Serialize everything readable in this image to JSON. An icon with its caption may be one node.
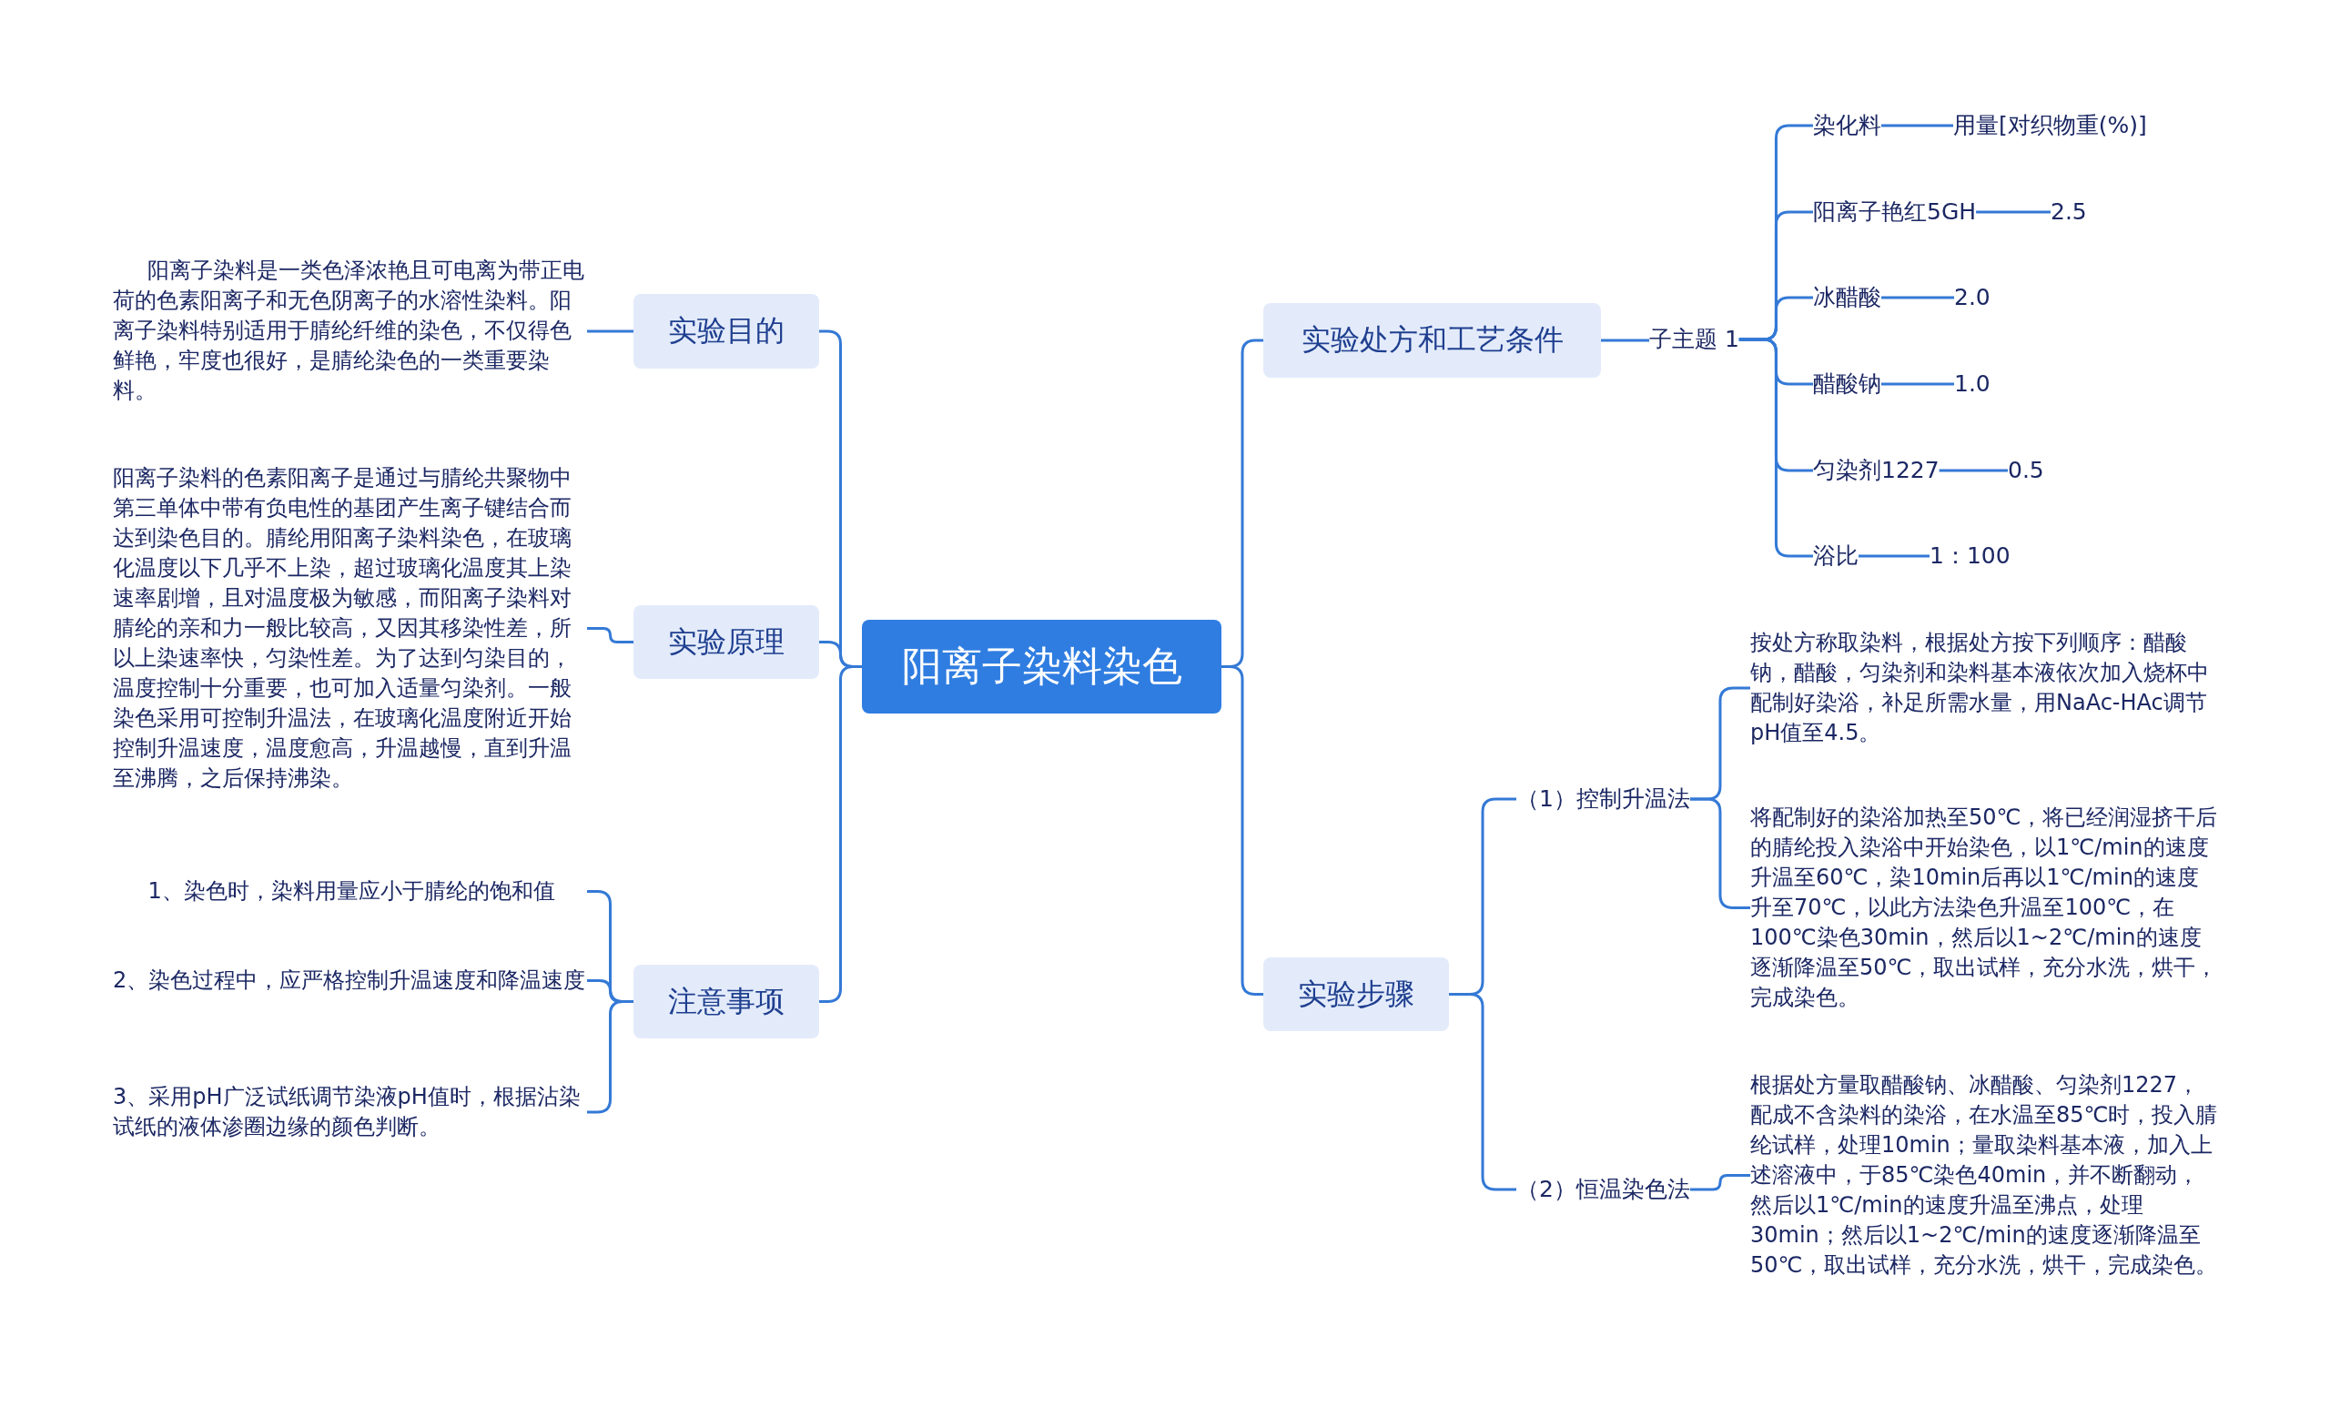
{
  "diagram": {
    "nodes": [
      {
        "text": [
          "阳离子染料染色"
        ]
      },
      {
        "text": [
          "实验目的"
        ]
      },
      {
        "text": [
          "阳离子染料是一类色泽浓艳且可电离为带正电荷的色素阳离子和无色阴离子的水溶性染料。阳离子染料特别适用于腈纶纤维的染色，不仅得色鲜艳，牢度也很好，是腈纶染色的一类重要染料。"
        ]
      },
      {
        "text": [
          "实验原理"
        ]
      },
      {
        "text": [
          "阳离子染料的色素阳离子是通过与腈纶共聚物中第三单体中带有负电性的基团产生离子键结合而达到染色目的。腈纶用阳离子染料染色，在玻璃化温度以下几乎不上染，超过玻璃化温度其上染速率剧增，且对温度极为敏感，而阳离子染料对腈纶的亲和力一般比较高，又因其移染性差，所以上染速率快，匀染性差。为了达到匀染目的，温度控制十分重要，也可加入适量匀染剂。一般染色采用可控制升温法，在玻璃化温度附近开始控制升温速度，温度愈高，升温越慢，直到升温至沸腾，之后保持沸染。"
        ]
      },
      {
        "text": [
          "注意事项"
        ]
      },
      {
        "text": [
          "1、染色时，染料用量应小于腈纶的饱和值"
        ]
      },
      {
        "text": [
          "2、染色过程中，应严格控制升温速度和降温速度"
        ]
      },
      {
        "text": [
          "3、采用pH广泛试纸调节染液pH值时，根据沾染试纸的液体渗圈边缘的颜色判断。"
        ]
      },
      {
        "text": [
          "实验处方和工艺条件"
        ]
      },
      {
        "text": [
          "子主题 1"
        ]
      },
      {
        "text": [
          "染化料"
        ]
      },
      {
        "text": [
          "用量[对织物重(%)]"
        ]
      },
      {
        "text": [
          "阳离子艳红5GH"
        ]
      },
      {
        "text": [
          "2.5"
        ]
      },
      {
        "text": [
          "冰醋酸"
        ]
      },
      {
        "text": [
          "2.0"
        ]
      },
      {
        "text": [
          "醋酸钠"
        ]
      },
      {
        "text": [
          "1.0"
        ]
      },
      {
        "text": [
          "匀染剂1227"
        ]
      },
      {
        "text": [
          "0.5"
        ]
      },
      {
        "text": [
          "浴比"
        ]
      },
      {
        "text": [
          "1：100"
        ]
      },
      {
        "text": [
          "实验步骤"
        ]
      },
      {
        "text": [
          "（1）控制升温法"
        ]
      },
      {
        "text": [
          "按处方称取染料，根据处方按下列顺序：醋酸钠，醋酸，匀染剂和染料基本液依次加入烧杯中配制好染浴，补足所需水量，用NaAc-HAc调节pH值至4.5。"
        ]
      },
      {
        "text": [
          "将配制好的染浴加热至50℃，将已经润湿挤干后的腈纶投入染浴中开始染色，以1℃/min的速度升温至60℃，染10min后再以1℃/min的速度升至70℃，以此方法染色升温至100℃，在100℃染色30min，然后以1~2℃/min的速度逐渐降温至50℃，取出试样，充分水洗，烘干，完成染色。"
        ]
      },
      {
        "text": [
          "（2）恒温染色法"
        ]
      },
      {
        "text": [
          "根据处方量取醋酸钠、冰醋酸、匀染剂1227，配成不含染料的染浴，在水温至85℃时，投入腈纶试样，处理10min；量取染料基本液，加入上述溶液中，于85℃染色40min，并不断翻动，然后以1℃/min的速度升温至沸点，处理30min；然后以1~2℃/min的速度逐渐降温至50℃，取出试样，充分水洗，烘干，完成染色。"
        ]
      }
    ],
    "edges": [
      {
        "from": 0,
        "to": 1,
        "arrow": "none"
      },
      {
        "from": 1,
        "to": 2,
        "arrow": "none"
      },
      {
        "from": 0,
        "to": 3,
        "arrow": "none"
      },
      {
        "from": 3,
        "to": 4,
        "arrow": "none"
      },
      {
        "from": 0,
        "to": 5,
        "arrow": "none"
      },
      {
        "from": 5,
        "to": 6,
        "arrow": "none"
      },
      {
        "from": 5,
        "to": 7,
        "arrow": "none"
      },
      {
        "from": 5,
        "to": 8,
        "arrow": "none"
      },
      {
        "from": 0,
        "to": 9,
        "arrow": "none"
      },
      {
        "from": 9,
        "to": 10,
        "arrow": "none"
      },
      {
        "from": 10,
        "to": 11,
        "arrow": "none"
      },
      {
        "from": 11,
        "to": 12,
        "arrow": "none"
      },
      {
        "from": 10,
        "to": 13,
        "arrow": "none"
      },
      {
        "from": 13,
        "to": 14,
        "arrow": "none"
      },
      {
        "from": 10,
        "to": 15,
        "arrow": "none"
      },
      {
        "from": 15,
        "to": 16,
        "arrow": "none"
      },
      {
        "from": 10,
        "to": 17,
        "arrow": "none"
      },
      {
        "from": 17,
        "to": 18,
        "arrow": "none"
      },
      {
        "from": 10,
        "to": 19,
        "arrow": "none"
      },
      {
        "from": 19,
        "to": 20,
        "arrow": "none"
      },
      {
        "from": 10,
        "to": 21,
        "arrow": "none"
      },
      {
        "from": 21,
        "to": 22,
        "arrow": "none"
      },
      {
        "from": 0,
        "to": 23,
        "arrow": "none"
      },
      {
        "from": 23,
        "to": 24,
        "arrow": "none"
      },
      {
        "from": 24,
        "to": 25,
        "arrow": "none"
      },
      {
        "from": 24,
        "to": 26,
        "arrow": "none"
      },
      {
        "from": 23,
        "to": 27,
        "arrow": "none"
      },
      {
        "from": 27,
        "to": 28,
        "arrow": "none"
      }
    ]
  }
}
